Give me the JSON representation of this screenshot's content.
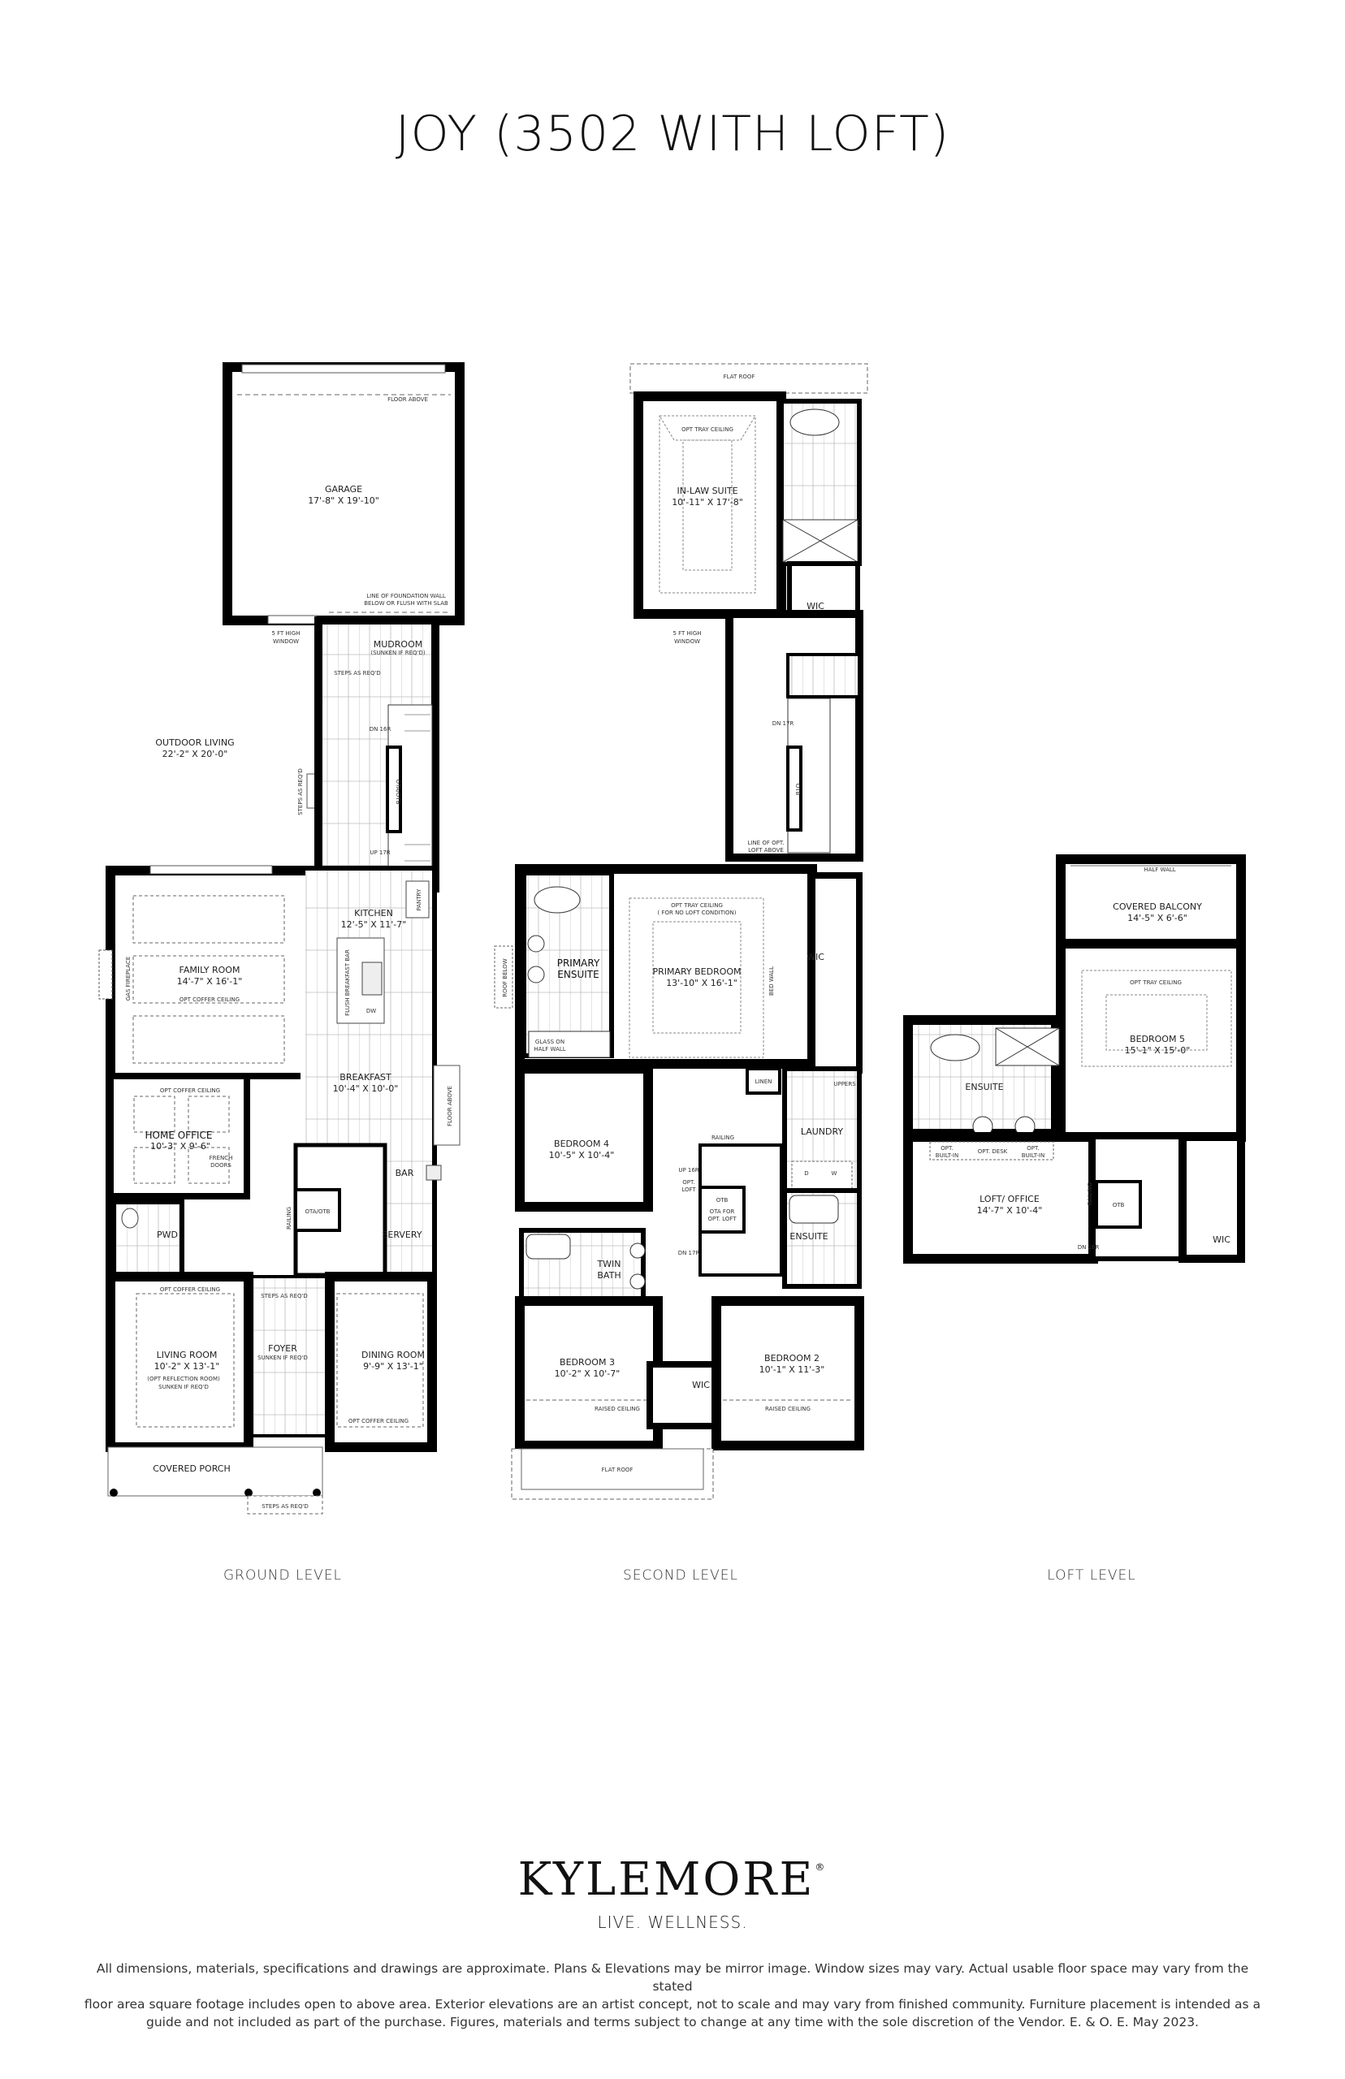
{
  "header": {
    "title": "JOY (3502 WITH LOFT)"
  },
  "levels": {
    "ground": {
      "label": "GROUND LEVEL",
      "rooms": [
        {
          "name": "GARAGE",
          "dims": "17'-8\" X 19'-10\""
        },
        {
          "name": "MUDROOM",
          "note": "(SUNKEN IF REQ'D)"
        },
        {
          "name": "OUTDOOR LIVING",
          "dims": "22'-2\" X 20'-0\""
        },
        {
          "name": "KITCHEN",
          "dims": "12'-5\" X 11'-7\""
        },
        {
          "name": "FAMILY ROOM",
          "dims": "14'-7\" X 16'-1\"",
          "note": "OPT COFFER CEILING"
        },
        {
          "name": "BREAKFAST",
          "dims": "10'-4\" X 10'-0\""
        },
        {
          "name": "HOME OFFICE",
          "dims": "10'-3\" X 9'-6\"",
          "note": "OPT COFFER CEILING"
        },
        {
          "name": "PWD"
        },
        {
          "name": "BAR"
        },
        {
          "name": "SERVERY"
        },
        {
          "name": "PANTRY"
        },
        {
          "name": "LIVING ROOM",
          "dims": "10'-2\" X 13'-1\"",
          "note": "(OPT REFLECTION ROOM)",
          "note2": "SUNKEN IF REQ'D"
        },
        {
          "name": "FOYER",
          "note": "SUNKEN IF REQ'D"
        },
        {
          "name": "DINING ROOM",
          "dims": "9'-9\" X 13'-1\"",
          "note": "OPT COFFER CEILING"
        },
        {
          "name": "COVERED PORCH"
        }
      ],
      "annotations": {
        "floor_above": "FLOOR ABOVE",
        "foundation": "LINE OF FOUNDATION WALL",
        "foundation2": "BELOW OR FLUSH WITH SLAB",
        "window": "5 FT HIGH",
        "window2": "WINDOW",
        "steps": "STEPS AS REQ'D",
        "ota_otb": "OTA/OTB",
        "dn_16r": "DN 16R",
        "up_17r": "UP 17R",
        "gas_fireplace": "GAS FIREPLACE",
        "breakfast_bar": "FLUSH BREAKFAST BAR",
        "dw": "DW",
        "french_doors": "FRENCH",
        "french_doors2": "DOORS",
        "opt_french_doors": "OPT. FRENCH DOORS",
        "railing": "RAILING",
        "coffer": "OPT COFFER CEILING",
        "dn": "DN"
      }
    },
    "second": {
      "label": "SECOND LEVEL",
      "rooms": [
        {
          "name": "IN-LAW SUITE",
          "dims": "10'-11\" X 17'-8\"",
          "note": "OPT TRAY CEILING"
        },
        {
          "name": "WIC"
        },
        {
          "name": "PRIMARY",
          "name2": "ENSUITE"
        },
        {
          "name": "PRIMARY BEDROOM",
          "dims": "13'-10\" X 16'-1\"",
          "note": "OPT TRAY CEILING",
          "note2": "( FOR NO LOFT CONDITION)"
        },
        {
          "name": "WIC"
        },
        {
          "name": "BEDROOM 4",
          "dims": "10'-5\" X 10'-4\""
        },
        {
          "name": "LINEN"
        },
        {
          "name": "LAUNDRY"
        },
        {
          "name": "TWIN",
          "name2": "BATH"
        },
        {
          "name": "ENSUITE"
        },
        {
          "name": "BEDROOM 3",
          "dims": "10'-2\" X 10'-7\"",
          "note": "RAISED CEILING"
        },
        {
          "name": "WIC"
        },
        {
          "name": "BEDROOM 2",
          "dims": "10'-1\" X 11'-3\"",
          "note": "RAISED CEILING"
        }
      ],
      "annotations": {
        "flat_roof": "FLAT ROOF",
        "half_wall": "HALF WALL",
        "window": "5 FT HIGH",
        "window2": "WINDOW",
        "otb": "OTB",
        "loft_line": "LINE OF OPT.",
        "loft_line2": "LOFT ABOVE",
        "roof_below": "ROOF BELOW",
        "glass": "GLASS ON",
        "glass2": "HALF WALL",
        "bed_wall": "BED WALL",
        "railing": "RAILING",
        "ota_loft": "OTA FOR",
        "ota_loft2": "OPT. LOFT",
        "opt_loft": "OPT.",
        "opt_loft2": "LOFT",
        "up_16r": "UP 16R",
        "dn_17r": "DN 17R",
        "uppers": "UPPERS",
        "dryer": "D",
        "washer": "W"
      }
    },
    "loft": {
      "label": "LOFT LEVEL",
      "rooms": [
        {
          "name": "COVERED BALCONY",
          "dims": "14'-5\" X 6'-6\""
        },
        {
          "name": "BEDROOM 5",
          "dims": "15'-1\" X 15'-0\"",
          "note": "OPT TRAY CEILING"
        },
        {
          "name": "ENSUITE"
        },
        {
          "name": "LOFT/ OFFICE",
          "dims": "14'-7\" X 10'-4\""
        },
        {
          "name": "WIC"
        }
      ],
      "annotations": {
        "half_wall": "HALF WALL",
        "opt_built_in": "OPT.",
        "opt_built_in2": "BUILT-IN",
        "opt_desk": "OPT. DESK",
        "otb": "OTB",
        "railing": "RAILING",
        "dn_16r": "DN 16R"
      }
    }
  },
  "footer": {
    "brand": "KYLEMORE",
    "registered": "®",
    "tagline": "LIVE. WELLNESS.",
    "disclaimer_lines": [
      "All dimensions, materials, specifications and drawings are approximate. Plans & Elevations may be mirror image. Window sizes may vary. Actual usable floor space may vary from the stated",
      "floor area square footage includes open to above area. Exterior elevations are an artist concept, not to scale and may vary from finished community. Furniture placement is intended as a",
      "guide and not included as part of the purchase. Figures, materials and terms subject to change at any time with the sole discretion of the Vendor.  E. & O. E. May 2023."
    ]
  }
}
